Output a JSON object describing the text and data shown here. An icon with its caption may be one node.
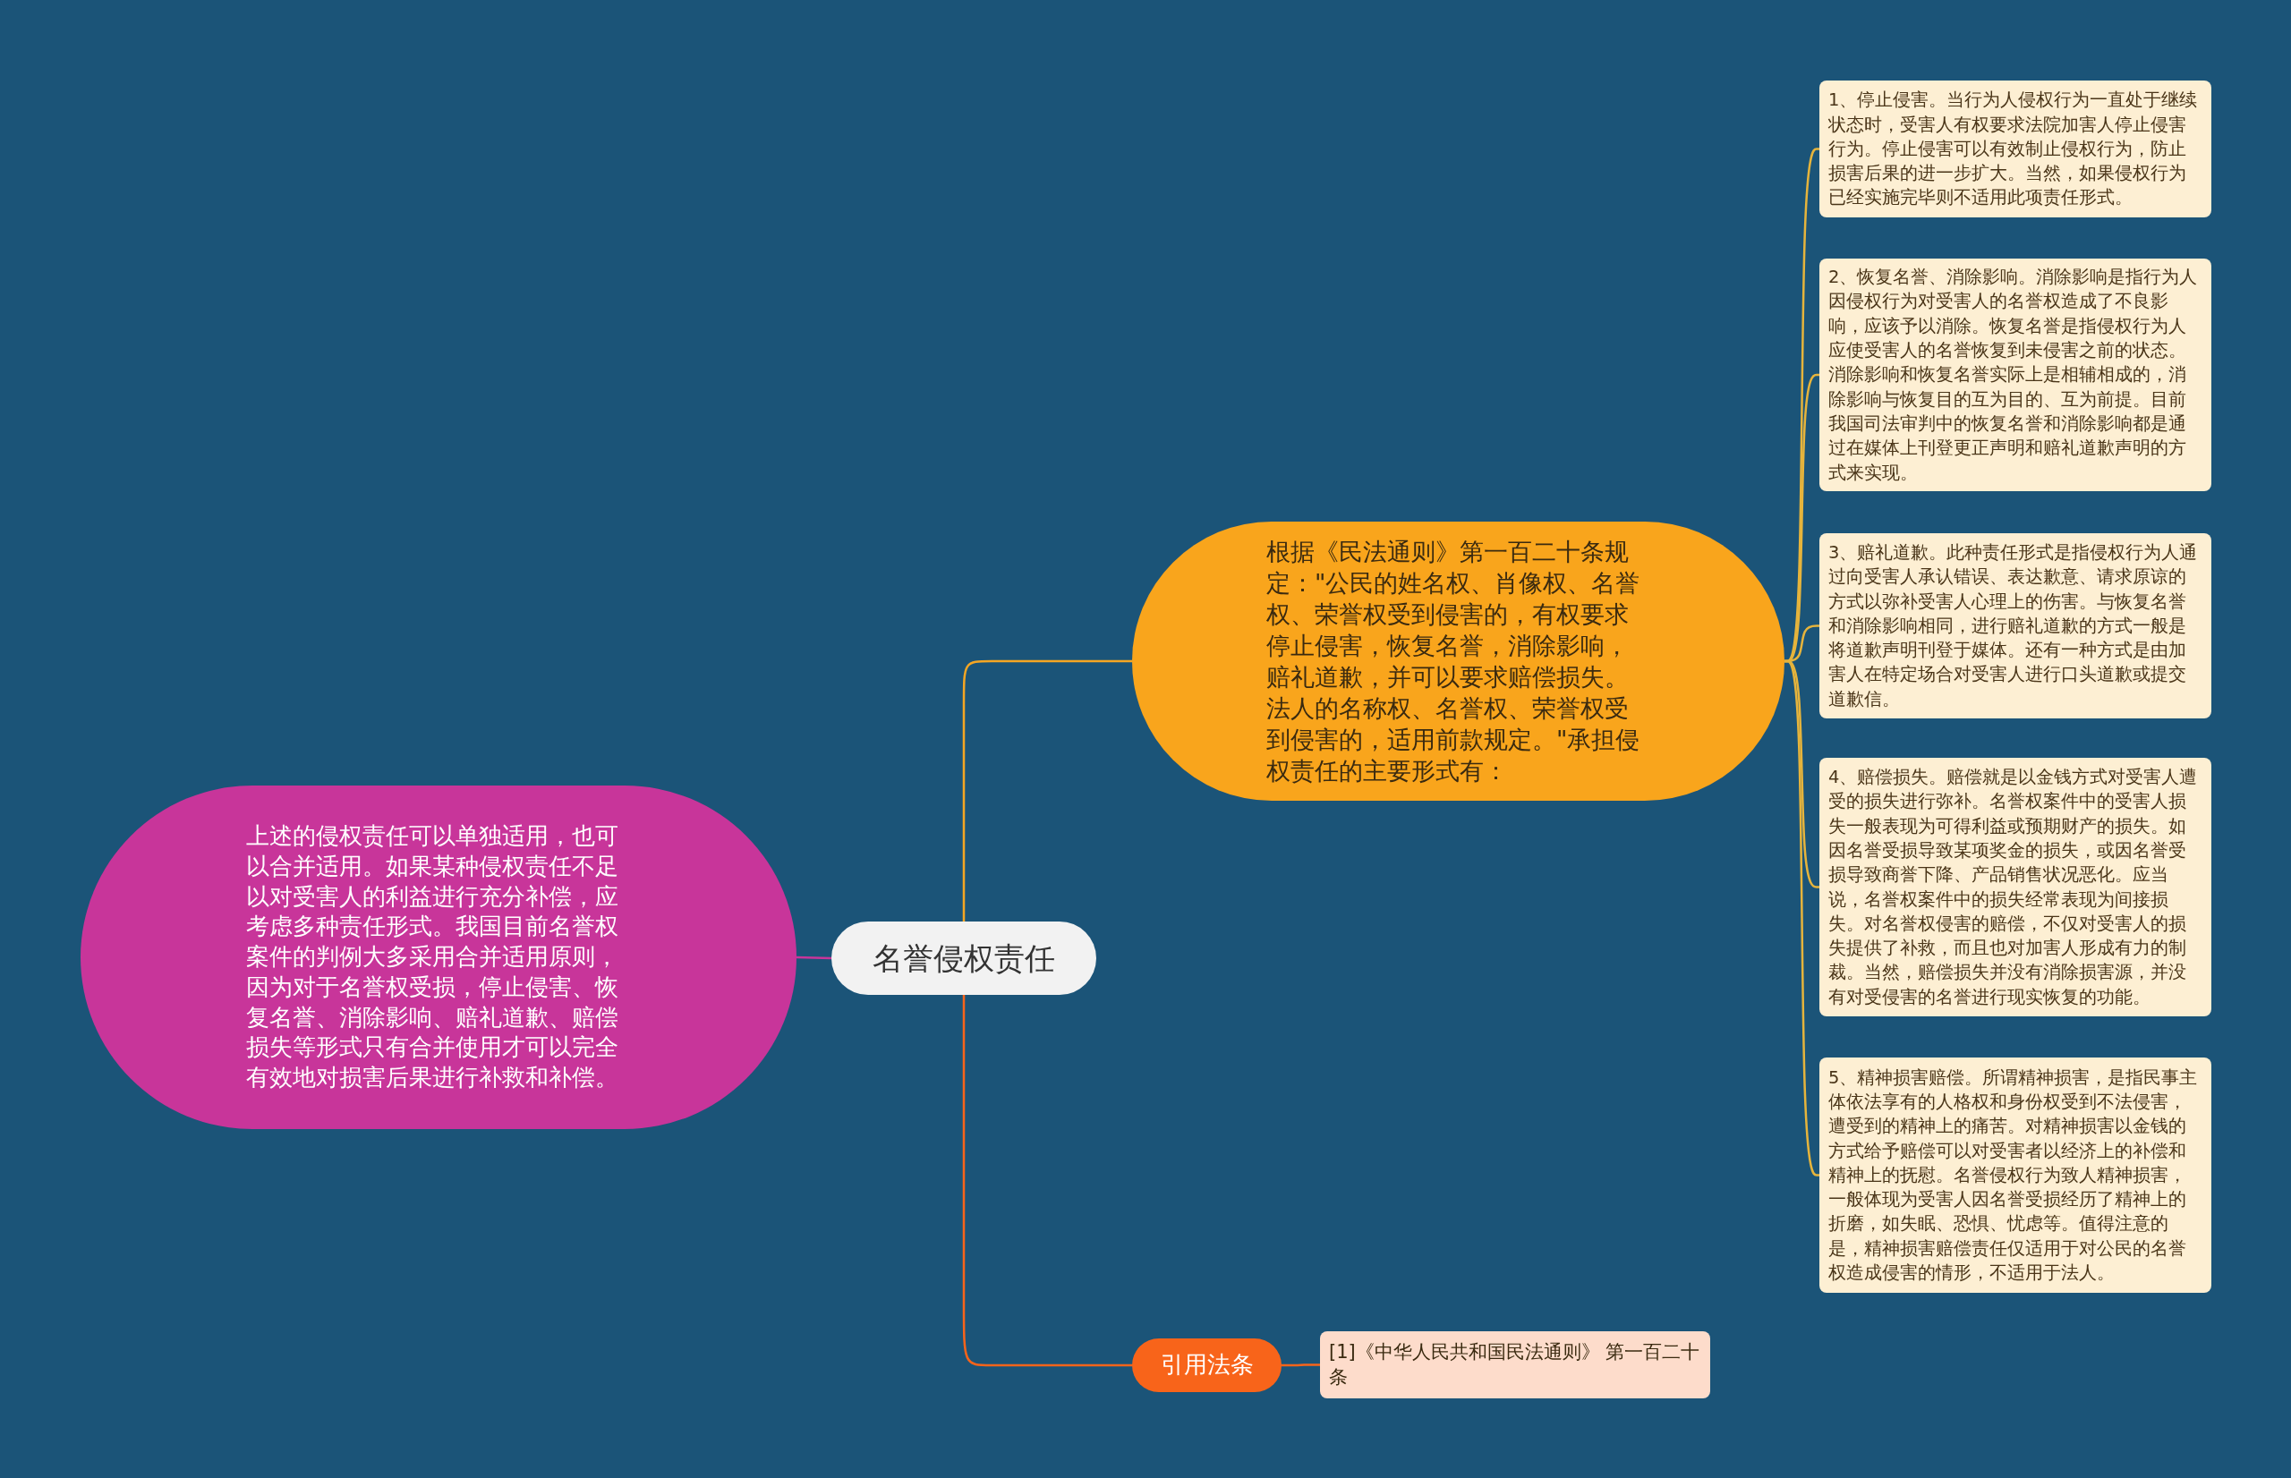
{
  "diagram": {
    "nodes": [
      {
        "text": [
          "名誉侵权责任"
        ]
      },
      {
        "text": [
          "根据《民法通则》第一百二十条规定：\"公民的姓名权、肖像权、名誉权、荣誉权受到侵害的，有权要求停止侵害，恢复名誉，消除影响，赔礼道歉，并可以要求赔偿损失。法人的名称权、名誉权、荣誉权受到侵害的，适用前款规定。\"承担侵权责任的主要形式有："
        ]
      },
      {
        "text": [
          "1、停止侵害。当行为人侵权行为一直处于继续状态时，受害人有权要求法院加害人停止侵害行为。停止侵害可以有效制止侵权行为，防止损害后果的进一步扩大。当然，如果侵权行为已经实施完毕则不适用此项责任形式。"
        ]
      },
      {
        "text": [
          "2、恢复名誉、消除影响。消除影响是指行为人因侵权行为对受害人的名誉权造成了不良影响，应该予以消除。恢复名誉是指侵权行为人应使受害人的名誉恢复到未侵害之前的状态。消除影响和恢复名誉实际上是相辅相成的，消除影响与恢复目的互为目的、互为前提。目前我国司法审判中的恢复名誉和消除影响都是通过在媒体上刊登更正声明和赔礼道歉声明的方式来实现。"
        ]
      },
      {
        "text": [
          "3、赔礼道歉。此种责任形式是指侵权行为人通过向受害人承认错误、表达歉意、请求原谅的方式以弥补受害人心理上的伤害。与恢复名誉和消除影响相同，进行赔礼道歉的方式一般是将道歉声明刊登于媒体。还有一种方式是由加害人在特定场合对受害人进行口头道歉或提交道歉信。"
        ]
      },
      {
        "text": [
          "4、赔偿损失。赔偿就是以金钱方式对受害人遭受的损失进行弥补。名誉权案件中的受害人损失一般表现为可得利益或预期财产的损失。如因名誉受损导致某项奖金的损失，或因名誉受损导致商誉下降、产品销售状况恶化。应当说，名誉权案件中的损失经常表现为间接损失。对名誉权侵害的赔偿，不仅对受害人的损失提供了补救，而且也对加害人形成有力的制裁。当然，赔偿损失并没有消除损害源，并没有对受侵害的名誉进行现实恢复的功能。"
        ]
      },
      {
        "text": [
          "5、精神损害赔偿。所谓精神损害，是指民事主体依法享有的人格权和身份权受到不法侵害，遭受到的精神上的痛苦。对精神损害以金钱的方式给予赔偿可以对受害者以经济上的补偿和精神上的抚慰。名誉侵权行为致人精神损害，一般体现为受害人因名誉受损经历了精神上的折磨，如失眠、恐惧、忧虑等。值得注意的是，精神损害赔偿责任仅适用于对公民的名誉权造成侵害的情形，不适用于法人。"
        ]
      },
      {
        "text": [
          "上述的侵权责任可以单独适用，也可以合并适用。如果某种侵权责任不足以对受害人的利益进行充分补偿，应考虑多种责任形式。我国目前名誉权案件的判例大多采用合并适用原则，因为对于名誉权受损，停止侵害、恢复名誉、消除影响、赔礼道歉、赔偿损失等形式只有合并使用才可以完全有效地对损害后果进行补救和补偿。"
        ]
      },
      {
        "text": [
          "引用法条"
        ]
      },
      {
        "text": [
          "[1]《中华人民共和国民法通则》 第一百二十条"
        ]
      }
    ],
    "edges": [
      {
        "from": 0,
        "to": 1,
        "arrow": "none",
        "color": "#f5a623"
      },
      {
        "from": 1,
        "to": 2,
        "arrow": "none"
      },
      {
        "from": 1,
        "to": 3,
        "arrow": "none"
      },
      {
        "from": 1,
        "to": 4,
        "arrow": "none"
      },
      {
        "from": 1,
        "to": 5,
        "arrow": "none"
      },
      {
        "from": 1,
        "to": 6,
        "arrow": "none"
      },
      {
        "from": 0,
        "to": 7,
        "arrow": "none",
        "color": "#c8359a"
      },
      {
        "from": 0,
        "to": 8,
        "arrow": "none",
        "color": "#f8641a"
      },
      {
        "from": 8,
        "to": 9,
        "arrow": "none",
        "color": "#f8641a"
      }
    ]
  }
}
